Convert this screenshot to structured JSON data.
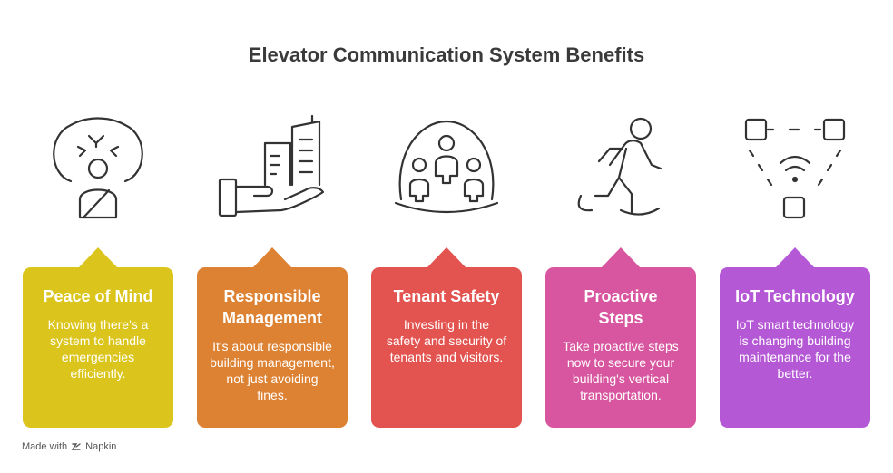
{
  "title": "Elevator Communication System Benefits",
  "cards": [
    {
      "title": "Peace of Mind",
      "text": "Knowing there's a system to handle emergencies efficiently.",
      "color": "#dbc51d"
    },
    {
      "title": "Responsible Management",
      "text": "It's about responsible building management, not just avoiding fines.",
      "color": "#dd8132"
    },
    {
      "title": "Tenant Safety",
      "text": "Investing in the safety and security of tenants and visitors.",
      "color": "#e35450"
    },
    {
      "title": "Proactive Steps",
      "text": "Take proactive steps now to secure your building's vertical transportation.",
      "color": "#d8569f"
    },
    {
      "title": "IoT Technology",
      "text": "IoT smart technology is changing building maintenance for the better.",
      "color": "#b558d5"
    }
  ],
  "icons": [
    "thinking-person-icon",
    "hand-holding-building-icon",
    "group-in-dome-icon",
    "walking-person-icon",
    "iot-network-icon"
  ],
  "footer": {
    "made_with": "Made with",
    "brand": "Napkin"
  }
}
